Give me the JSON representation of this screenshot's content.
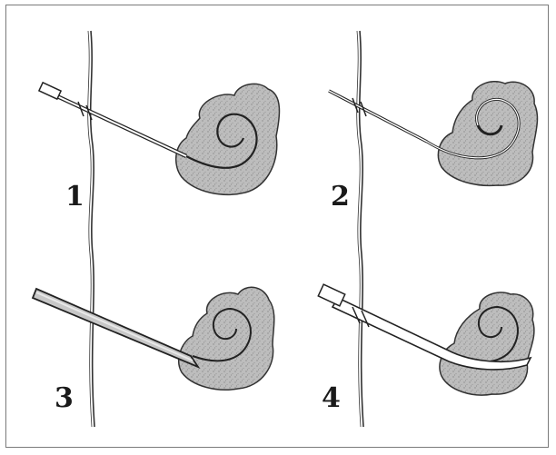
{
  "figure": {
    "panels": [
      {
        "number": "1"
      },
      {
        "number": "2"
      },
      {
        "number": "3"
      },
      {
        "number": "4"
      }
    ]
  }
}
